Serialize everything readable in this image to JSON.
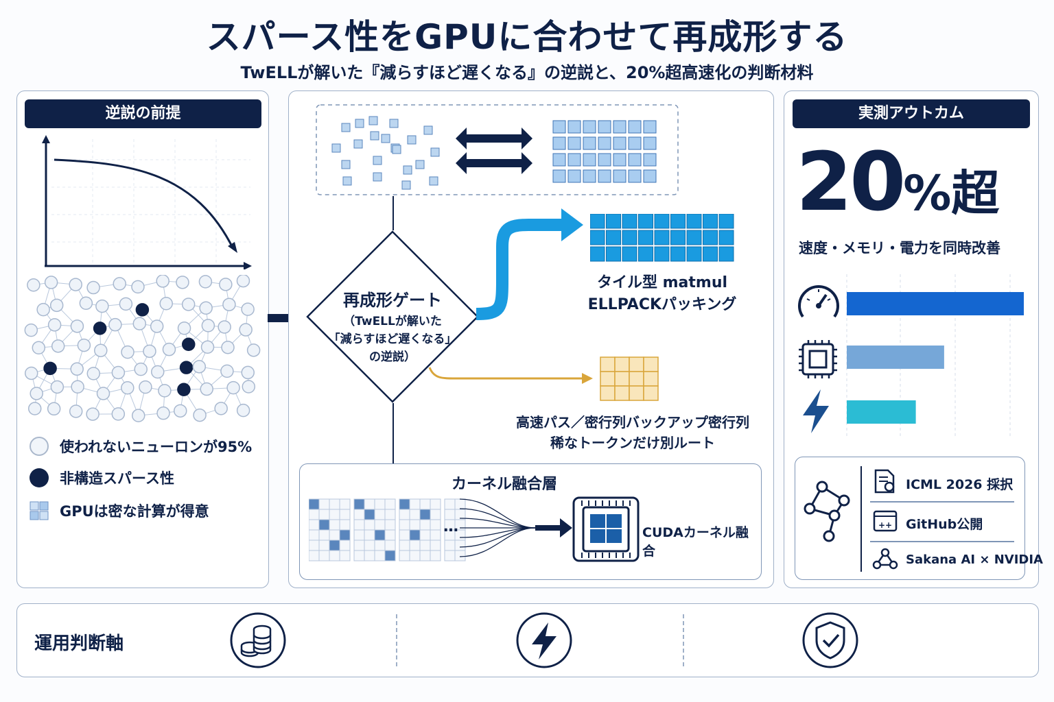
{
  "header": {
    "title": "スパース性をGPUに合わせて再成形する",
    "subtitle": "TwELLが解いた『減らすほど遅くなる』の逆説と、20%超高速化の判断材料"
  },
  "left_panel": {
    "heading": "逆説の前提",
    "legend": [
      {
        "icon": "hollow-circle-icon",
        "label": "使われないニューロンが95%"
      },
      {
        "icon": "filled-circle-icon",
        "label": "非構造スパース性"
      },
      {
        "icon": "grid-block-icon",
        "label": "GPUは密な計算が得意"
      }
    ]
  },
  "center_panel": {
    "gate_title": "再成形ゲート",
    "gate_line1": "（TwELLが解いた",
    "gate_line2": "「減らすほど遅くなる」",
    "gate_line3": "の逆説）",
    "tile_label_line1": "タイル型 matmul",
    "tile_label_line2": "ELLPACKパッキング",
    "fast_label_line1": "高速パス／密行列バックアップ密行列",
    "fast_label_line2": "稀なトークンだけ別ルート",
    "fusion_heading": "カーネル融合層",
    "fusion_ellipsis": "…",
    "cuda_label": "CUDAカーネル融合"
  },
  "right_panel": {
    "heading": "実測アウトカム",
    "big_number": "20",
    "big_suffix": "%超",
    "caption": "速度・メモリ・電力を同時改善",
    "bars": [
      {
        "icon": "speedometer-icon",
        "value": 1.0,
        "color": "#1466d0"
      },
      {
        "icon": "chip-icon",
        "value": 0.55,
        "color": "#76a7d8"
      },
      {
        "icon": "lightning-icon",
        "value": 0.39,
        "color": "#2bbcd4"
      }
    ],
    "info": [
      {
        "icon": "document-award-icon",
        "label": "ICML 2026 採択"
      },
      {
        "icon": "code-window-icon",
        "label": "GitHub公開"
      },
      {
        "icon": "network-people-icon",
        "label": "Sakana AI × NVIDIA"
      }
    ]
  },
  "bottom_panel": {
    "heading": "運用判断軸",
    "icons": [
      "coins-icon",
      "lightning-icon",
      "shield-check-icon"
    ]
  },
  "colors": {
    "navy": "#0f2147",
    "accent_blue": "#1a9be0",
    "gold": "#d9a53a"
  }
}
